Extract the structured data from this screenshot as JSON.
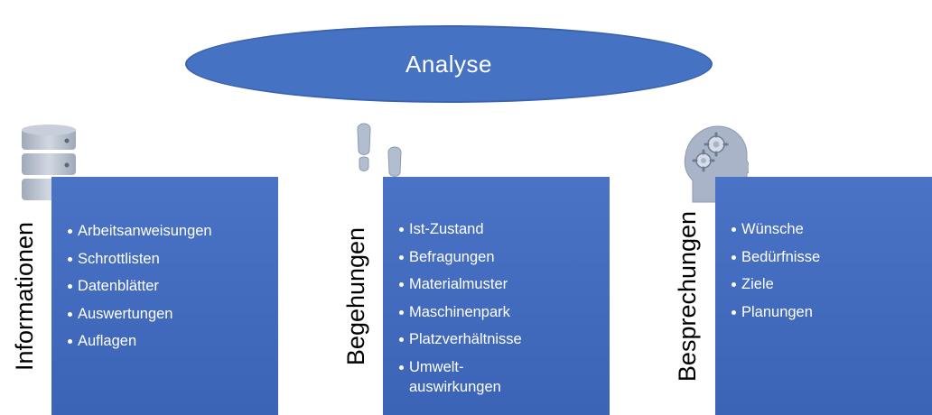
{
  "title": "Analyse",
  "columns": [
    {
      "label": "Informationen",
      "icon": "database-icon",
      "items": [
        "Arbeitsanweisungen",
        "Schrottlisten",
        "Datenblätter",
        "Auswertungen",
        "Auflagen"
      ]
    },
    {
      "label": "Begehungen",
      "icon": "footprints-icon",
      "items": [
        "Ist-Zustand",
        "Befragungen",
        "Materialmuster",
        "Maschinenpark",
        "Platzverhältnisse",
        "Umwelt-",
        "auswirkungen"
      ]
    },
    {
      "label": "Besprechungen",
      "icon": "head-gears-icon",
      "items": [
        "Wünsche",
        "Bedürfnisse",
        "Ziele",
        "Planungen"
      ]
    }
  ],
  "colors": {
    "ellipse": "#4672c4",
    "box": "#4472c4",
    "icon": "#b0bdd4"
  }
}
